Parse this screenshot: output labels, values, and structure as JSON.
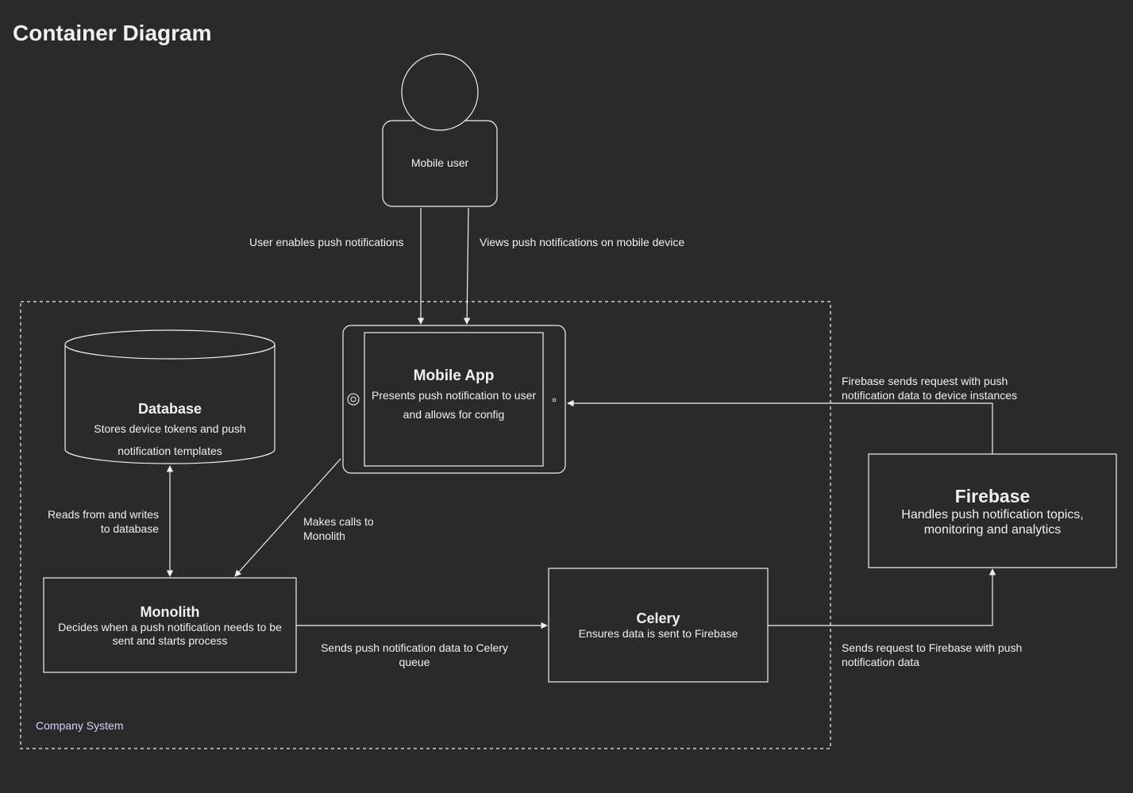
{
  "title": "Container Diagram",
  "boundary": {
    "label": "Company System"
  },
  "nodes": {
    "mobile_user": {
      "label": "Mobile user"
    },
    "mobile_app": {
      "title": "Mobile App",
      "description": "Presents push notification to user and allows for config"
    },
    "database": {
      "title": "Database",
      "description": "Stores device tokens and push notification templates"
    },
    "monolith": {
      "title": "Monolith",
      "description": "Decides when a push notification needs to be sent and starts process"
    },
    "celery": {
      "title": "Celery",
      "description": "Ensures data is sent to Firebase"
    },
    "firebase": {
      "title": "Firebase",
      "description": "Handles push notification topics, monitoring and analytics"
    }
  },
  "edges": {
    "user_enables": "User enables push notifications",
    "views_push": "Views push notifications on mobile device",
    "db_rw": "Reads from and writes to database",
    "app_calls": "Makes calls to Monolith",
    "mono_celery": "Sends push notification data to Celery queue",
    "celery_firebase": "Sends request to Firebase with push notification data",
    "firebase_app": "Firebase sends request with push notification data to device instances"
  },
  "colors": {
    "background": "#2a2a2a",
    "stroke": "#f0f0f0",
    "boundary_label": "#d9d2ff"
  }
}
